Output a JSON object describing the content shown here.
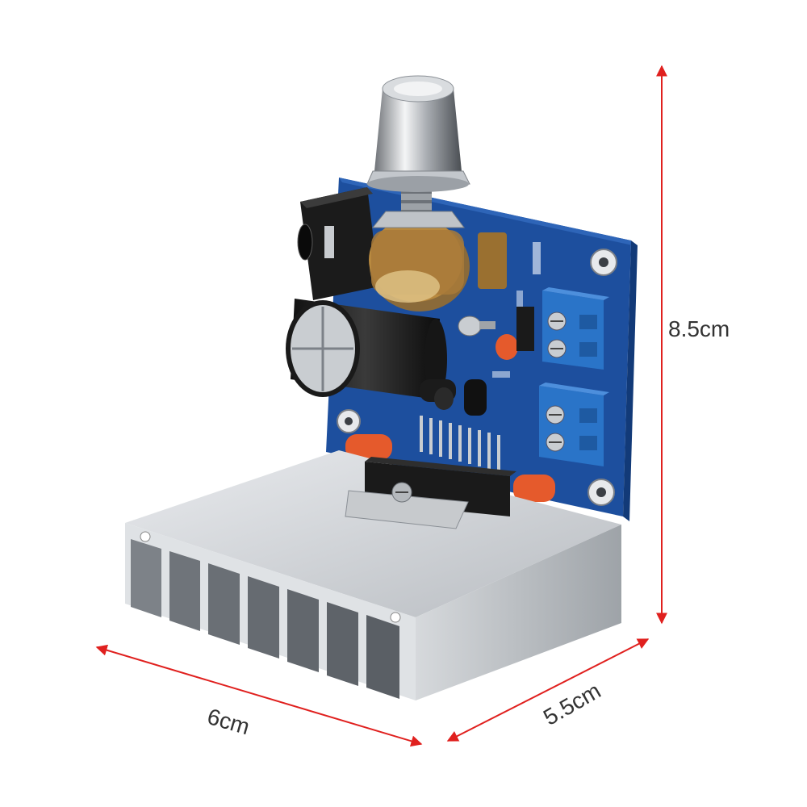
{
  "dimensions": {
    "height": "8.5cm",
    "width": "6cm",
    "depth": "5.5cm"
  },
  "colors": {
    "arrow": "#e0201e",
    "pcb": "#1d4f9e",
    "heatsink": "#c9ccd0",
    "terminal": "#2a74c8",
    "capacitor": "#e55a2c"
  }
}
